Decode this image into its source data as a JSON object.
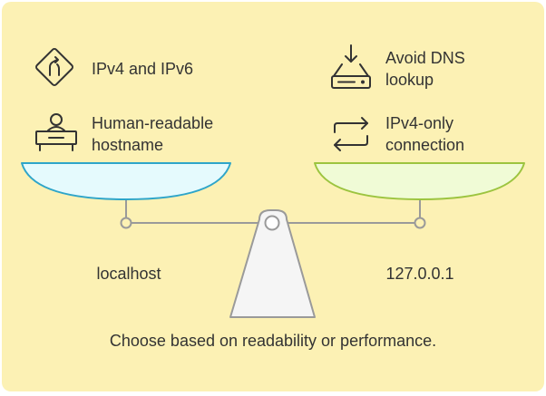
{
  "left": {
    "label": "localhost",
    "features": [
      "IPv4 and IPv6",
      "Human-readable",
      "hostname"
    ],
    "icons": [
      "road-sign-icon",
      "person-at-desk-icon"
    ],
    "pan_fill": "#e5fafd",
    "pan_stroke": "#2ea5c9"
  },
  "right": {
    "label": "127.0.0.1",
    "features": [
      "Avoid DNS",
      "lookup",
      "IPv4-only",
      "connection"
    ],
    "icons": [
      "download-drive-icon",
      "swap-arrows-icon"
    ],
    "pan_fill": "#f0fbd6",
    "pan_stroke": "#9cc43f"
  },
  "caption": "Choose based on readability or performance.",
  "colors": {
    "background": "#fcf1b4",
    "beam": "#9a9a9a",
    "fulcrum_fill": "#f5f5f5",
    "text": "#333333"
  }
}
